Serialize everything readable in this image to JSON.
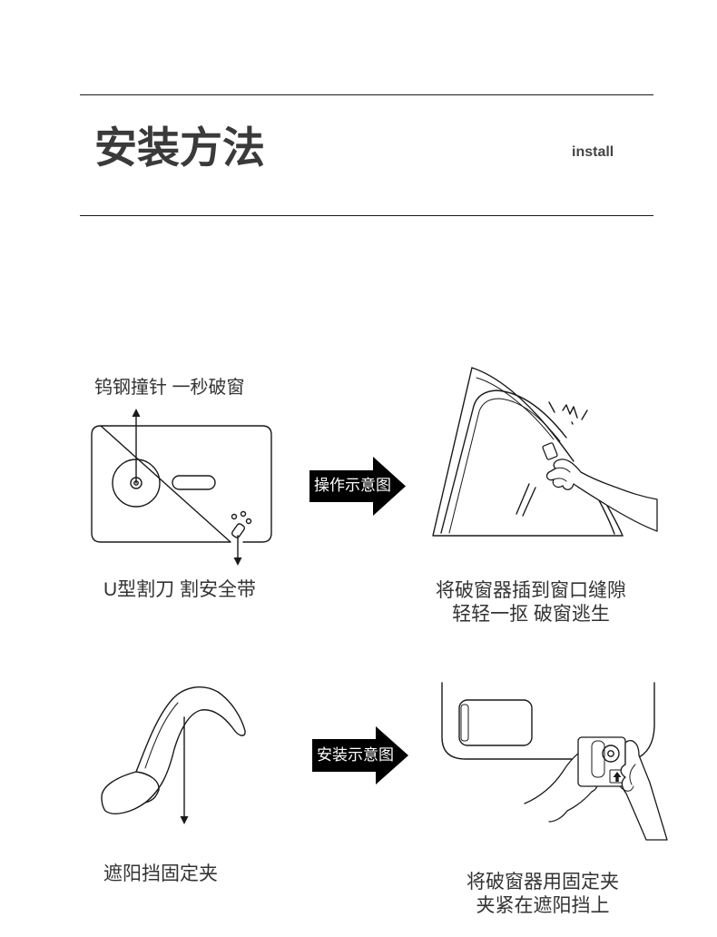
{
  "header": {
    "title": "安装方法",
    "subtitle": "install"
  },
  "operation": {
    "striker_label": "钨钢撞针 一秒破窗",
    "cutter_label": "U型割刀 割安全带",
    "arrow_label": "操作示意图",
    "caption": [
      "将破窗器插到窗口缝隙",
      "轻轻一抠 破窗逃生"
    ]
  },
  "installation": {
    "clip_label": "遮阳挡固定夹",
    "arrow_label": "安装示意图",
    "caption": [
      "将破窗器用固定夹",
      "夹紧在遮阳挡上"
    ]
  },
  "illustrations": {
    "breaker": "window-breaker-diagram-icon",
    "car_window": "car-window-hand-icon",
    "clip": "visor-clip-icon",
    "visor": "sun-visor-mount-icon"
  },
  "colors": {
    "text": "#333333",
    "lines": "#1a1a1a",
    "arrow_fill": "#000000",
    "arrow_text": "#ffffff",
    "background": "#ffffff"
  }
}
